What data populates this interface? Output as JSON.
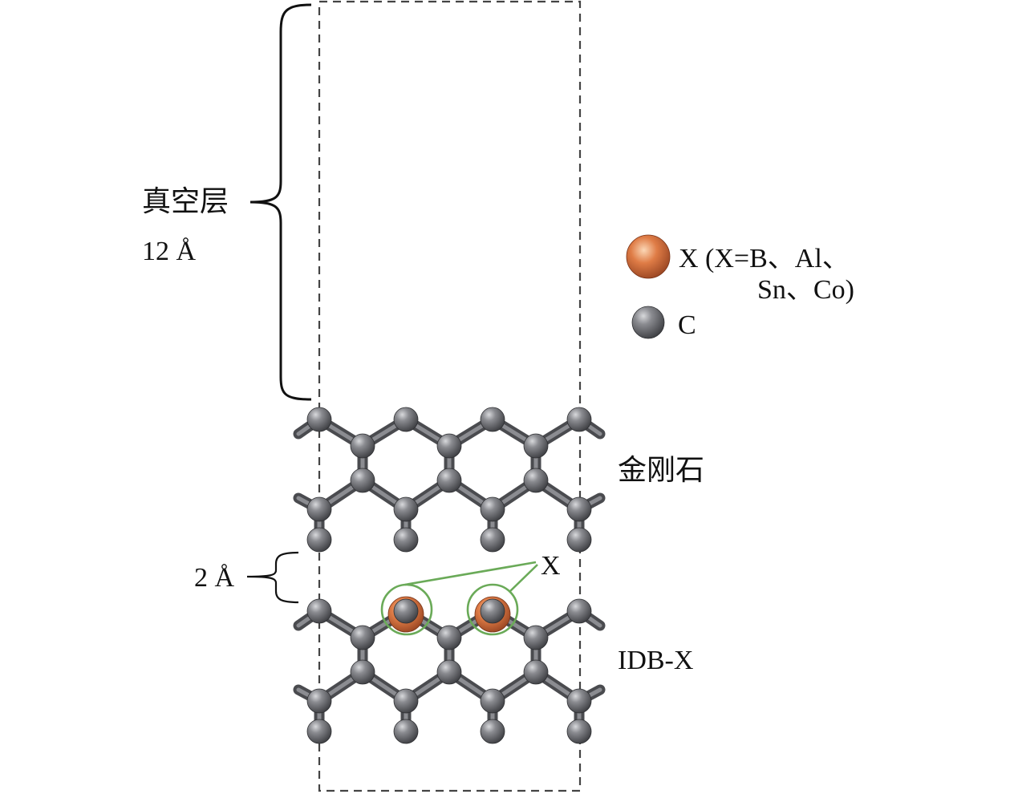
{
  "labels": {
    "vacuum_layer": "真空层",
    "vacuum_thickness": "12 Å",
    "gap_thickness": "2 Å",
    "diamond_label": "金刚石",
    "idb_label": "IDB-X",
    "x_marker": "X"
  },
  "legend": {
    "x_line1": "X (X=B、Al、",
    "x_line2": "Sn、Co)",
    "c_label": "C"
  },
  "colors": {
    "carbon": "#5f6064",
    "dopant": "#d5703f",
    "highlight": "#6aaa58",
    "cell_border": "#444444"
  }
}
